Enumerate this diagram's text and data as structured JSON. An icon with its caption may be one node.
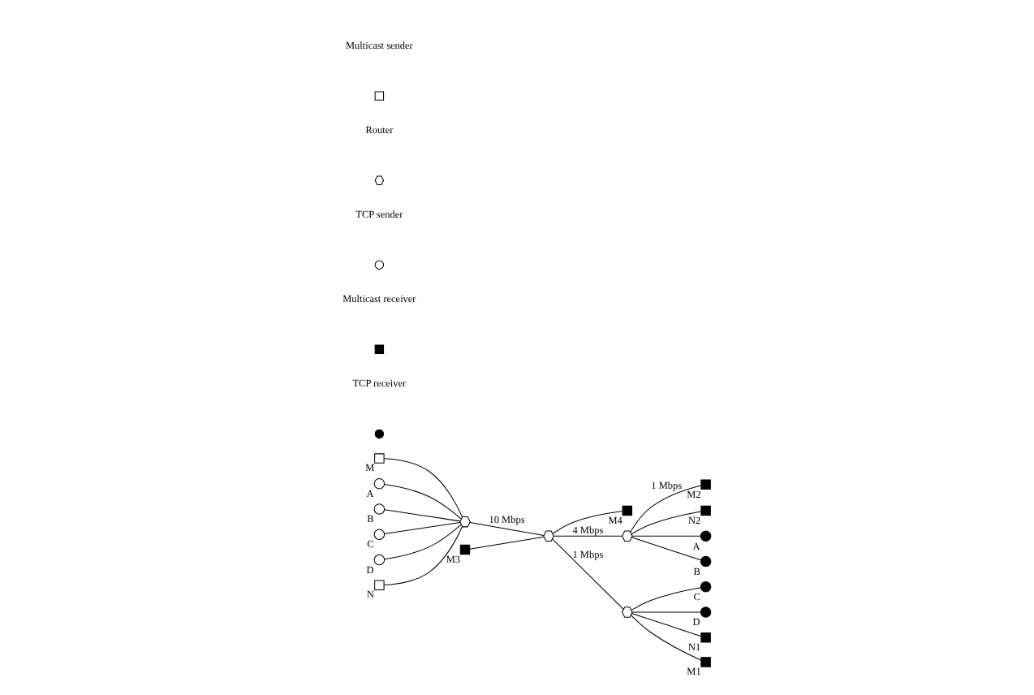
{
  "diagram": {
    "nodes": [
      {
        "text": [],
        "shape": "box",
        "beside": [
          "M"
        ]
      },
      {
        "text": [],
        "shape": "circle",
        "beside": [
          "A"
        ]
      },
      {
        "text": [],
        "shape": "circle",
        "beside": [
          "B"
        ]
      },
      {
        "text": [],
        "shape": "circle",
        "beside": [
          "C"
        ]
      },
      {
        "text": [],
        "shape": "circle",
        "beside": [
          "D"
        ]
      },
      {
        "text": [],
        "shape": "box",
        "beside": [
          "N"
        ]
      },
      {
        "text": [],
        "shape": "hexagon"
      },
      {
        "text": [],
        "shape": "box",
        "beside": [
          "M3"
        ]
      },
      {
        "text": [],
        "shape": "hexagon"
      },
      {
        "text": [],
        "shape": "box",
        "beside": [
          "M4"
        ]
      },
      {
        "text": [],
        "shape": "box",
        "beside": [
          "M2"
        ]
      },
      {
        "text": [],
        "shape": "hexagon"
      },
      {
        "text": [],
        "shape": "box",
        "beside": [
          "N2"
        ]
      },
      {
        "text": [],
        "shape": "circle",
        "beside": [
          "A"
        ]
      },
      {
        "text": [],
        "shape": "circle",
        "beside": [
          "B"
        ]
      },
      {
        "text": [],
        "shape": "circle",
        "beside": [
          "C"
        ]
      },
      {
        "text": [],
        "shape": "circle",
        "beside": [
          "D"
        ]
      },
      {
        "text": [],
        "shape": "hexagon"
      },
      {
        "text": [],
        "shape": "box",
        "beside": [
          "N1"
        ]
      },
      {
        "text": [],
        "shape": "box",
        "beside": [
          "M1"
        ]
      }
    ],
    "edges": [
      {
        "from": 0,
        "to": 6,
        "arrow": "none"
      },
      {
        "from": 1,
        "to": 6,
        "arrow": "none"
      },
      {
        "from": 2,
        "to": 6,
        "arrow": "none"
      },
      {
        "from": 3,
        "to": 6,
        "arrow": "none"
      },
      {
        "from": 4,
        "to": 6,
        "arrow": "none"
      },
      {
        "from": 5,
        "to": 6,
        "arrow": "none"
      },
      {
        "from": 6,
        "to": 8,
        "arrow": "none",
        "label": "10 Mbps"
      },
      {
        "from": 7,
        "to": 8,
        "arrow": "none"
      },
      {
        "from": 8,
        "to": 9,
        "arrow": "none"
      },
      {
        "from": 8,
        "to": 11,
        "arrow": "none",
        "label": "4 Mbps"
      },
      {
        "from": 8,
        "to": 17,
        "arrow": "none",
        "label": "1 Mbps"
      },
      {
        "from": 11,
        "to": 10,
        "arrow": "none",
        "label": "1 Mbps"
      },
      {
        "from": 11,
        "to": 12,
        "arrow": "none"
      },
      {
        "from": 11,
        "to": 13,
        "arrow": "none"
      },
      {
        "from": 11,
        "to": 14,
        "arrow": "none"
      },
      {
        "from": 17,
        "to": 15,
        "arrow": "none"
      },
      {
        "from": 17,
        "to": 16,
        "arrow": "none"
      },
      {
        "from": 17,
        "to": 18,
        "arrow": "none"
      },
      {
        "from": 17,
        "to": 19,
        "arrow": "none"
      }
    ],
    "legend": [
      {
        "text": "Multicast sender"
      },
      {
        "text": "Router"
      },
      {
        "text": "TCP sender"
      },
      {
        "text": "Multicast receiver"
      },
      {
        "text": "TCP receiver"
      }
    ]
  }
}
